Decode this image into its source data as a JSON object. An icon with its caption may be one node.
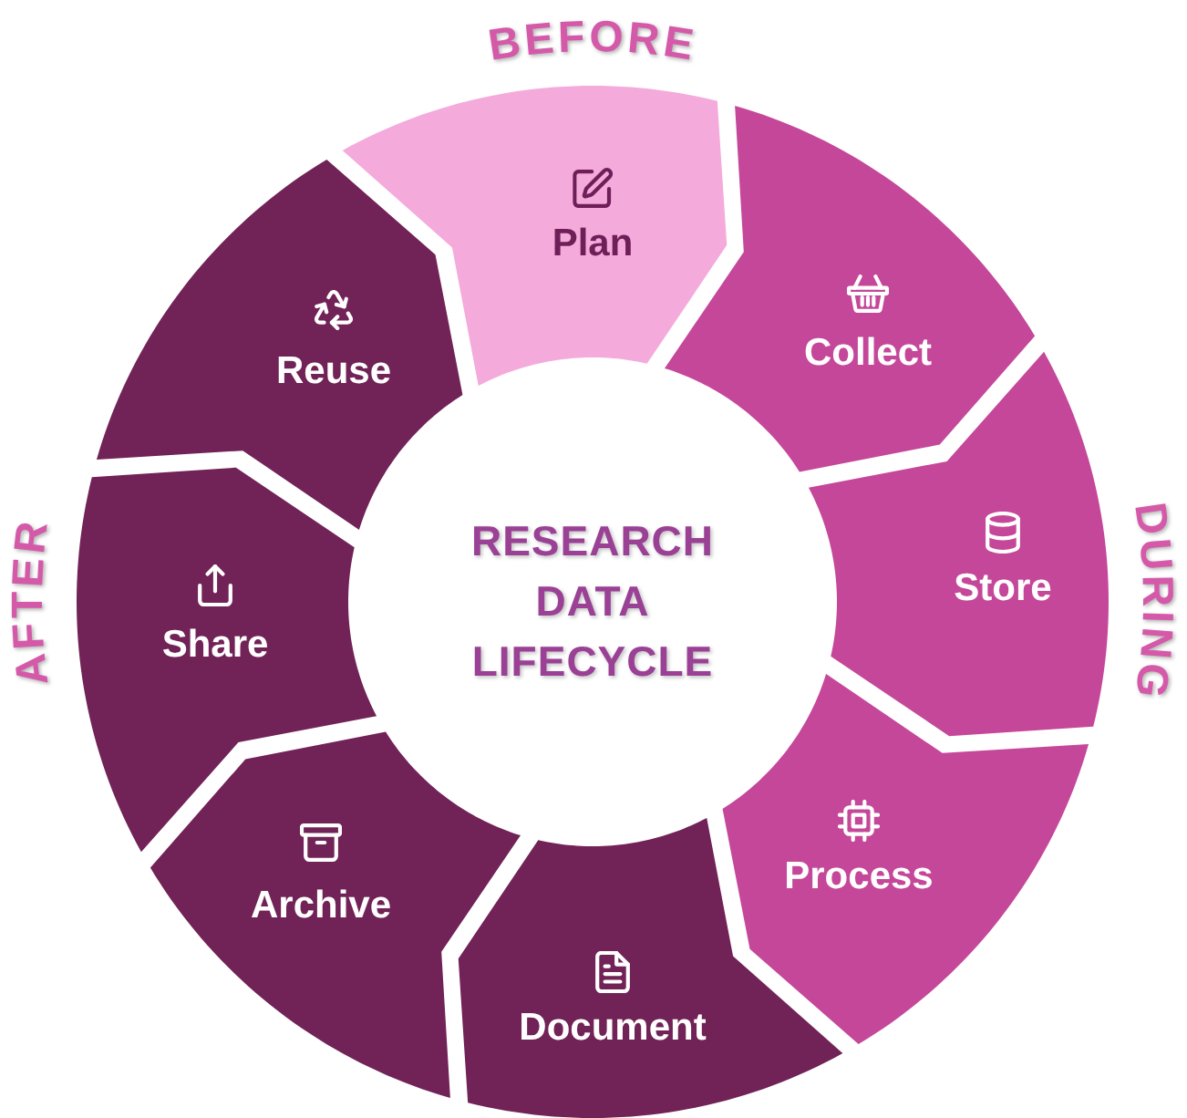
{
  "diagram": {
    "nodes": [
      {
        "text": [
          "RESEARCH DATA LIFECYCLE"
        ]
      },
      {
        "text": [
          "Plan"
        ]
      },
      {
        "text": [
          "Collect"
        ]
      },
      {
        "text": [
          "Store"
        ]
      },
      {
        "text": [
          "Process"
        ]
      },
      {
        "text": [
          "Document"
        ]
      },
      {
        "text": [
          "Archive"
        ]
      },
      {
        "text": [
          "Share"
        ]
      },
      {
        "text": [
          "Reuse"
        ]
      }
    ],
    "labels": [
      "BEFORE",
      "DURING",
      "AFTER"
    ]
  }
}
